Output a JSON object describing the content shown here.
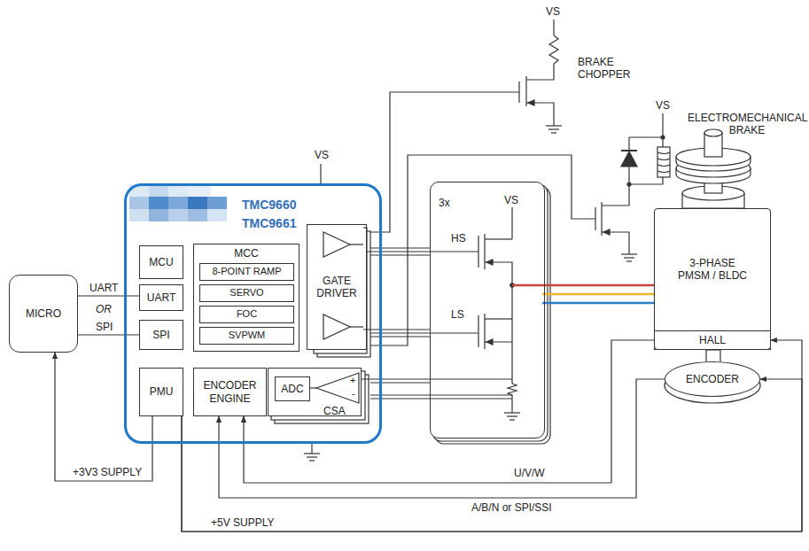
{
  "diagram": {
    "nodes": [
      {
        "text": [
          "MICRO"
        ]
      },
      {
        "text": [
          "TMC9660",
          "TMC9661"
        ]
      },
      {
        "text": [
          "MCU"
        ],
        "in": 1
      },
      {
        "text": [
          "UART"
        ],
        "in": 1
      },
      {
        "text": [
          "SPI"
        ],
        "in": 1
      },
      {
        "text": [
          "MCC"
        ],
        "in": 1
      },
      {
        "text": [
          "8-POINT RAMP"
        ],
        "in": 5
      },
      {
        "text": [
          "SERVO"
        ],
        "in": 5
      },
      {
        "text": [
          "FOC"
        ],
        "in": 5
      },
      {
        "text": [
          "SVPWM"
        ],
        "in": 5
      },
      {
        "text": [
          "GATE DRIVER"
        ],
        "in": 1
      },
      {
        "text": [
          "PMU"
        ],
        "in": 1
      },
      {
        "text": [
          "ENCODER ENGINE"
        ],
        "in": 1
      },
      {
        "text": [
          "CSA"
        ],
        "in": 1
      },
      {
        "text": [
          "ADC"
        ],
        "in": 13
      },
      {
        "text": [
          "3x"
        ]
      },
      {
        "text": [
          "3-PHASE PMSM / BLDC"
        ]
      },
      {
        "text": [
          "HALL"
        ],
        "in": 16
      },
      {
        "text": [
          "ENCODER"
        ]
      }
    ],
    "edges": [
      {
        "from": 0,
        "to": 3,
        "arrow": "none",
        "label": "UART"
      },
      {
        "from": 0,
        "to": 4,
        "arrow": "none",
        "label": "SPI"
      },
      {
        "from": 10,
        "to": 15,
        "arrow": "none"
      },
      {
        "from": 13,
        "to": 15,
        "arrow": "none"
      },
      {
        "from": 15,
        "to": 16,
        "arrow": "none"
      },
      {
        "from": 17,
        "to": 12,
        "arrow": "to",
        "label": "U/V/W"
      },
      {
        "from": 18,
        "to": 12,
        "arrow": "to",
        "label": "A/B/N or SPI/SSI"
      },
      {
        "from": 11,
        "to": 0,
        "arrow": "to",
        "label": "+3V3 SUPPLY"
      },
      {
        "from": 11,
        "to": 17,
        "arrow": "to",
        "label": "+5V SUPPLY"
      },
      {
        "from": 11,
        "to": 18,
        "arrow": "to"
      }
    ],
    "labels": [
      "VS",
      "BRAKE CHOPPER",
      "VS",
      "ELECTROMECHANICAL BRAKE",
      "VS",
      "VS",
      "HS",
      "LS",
      "+",
      "-",
      "OR"
    ]
  }
}
